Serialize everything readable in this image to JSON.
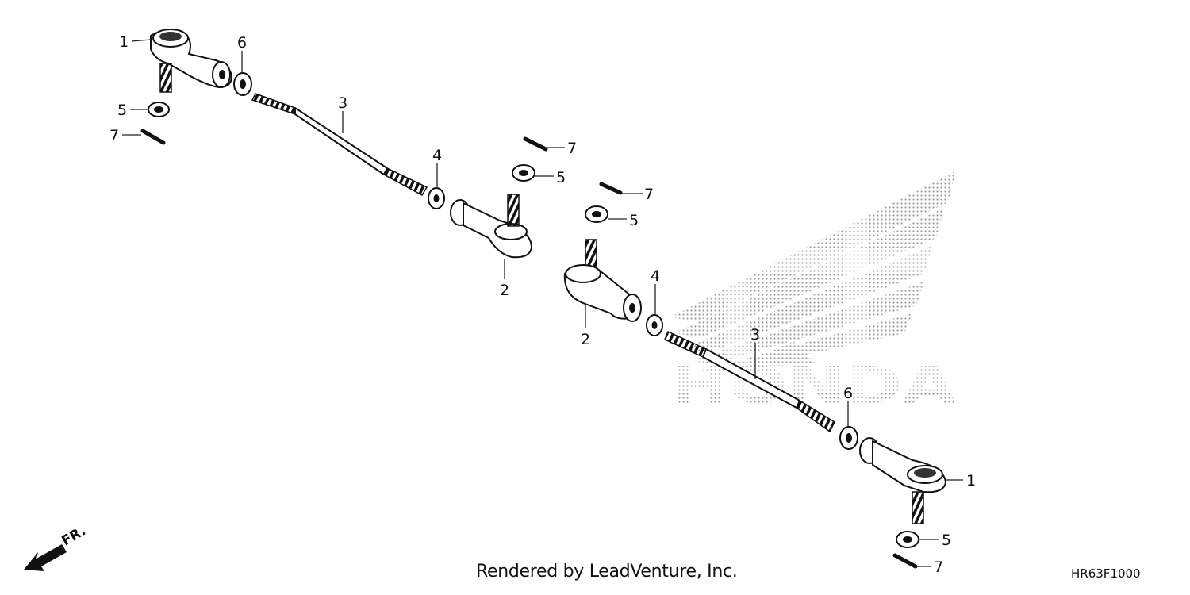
{
  "diagram": {
    "callouts": {
      "c1a": "1",
      "c6a": "6",
      "c5a": "5",
      "c7a": "7",
      "c3a": "3",
      "c4a": "4",
      "c7b": "7",
      "c5b": "5",
      "c2a": "2",
      "c7c": "7",
      "c5c": "5",
      "c4b": "4",
      "c2b": "2",
      "c3b": "3",
      "c6b": "6",
      "c1b": "1",
      "c5d": "5",
      "c7d": "7"
    },
    "direction_label": "FR.",
    "logo_text": "HONDA",
    "footer_credit": "Rendered by LeadVenture, Inc.",
    "diagram_code": "HR63F1000",
    "colors": {
      "line": "#111111",
      "part_fill": "#ffffff",
      "logo_dots": "#9a9a9a"
    }
  }
}
